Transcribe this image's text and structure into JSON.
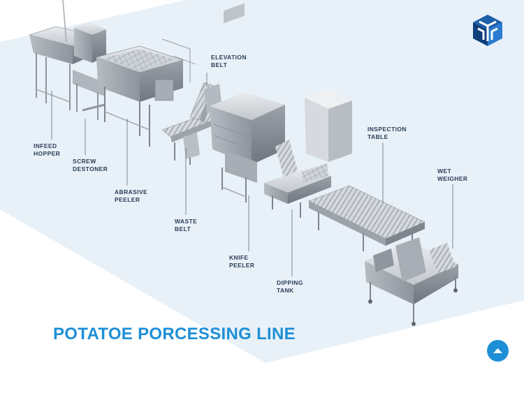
{
  "title": "POTATOE PORCESSING LINE",
  "labels": {
    "infeed_hopper": [
      "INFEED",
      "HOPPER"
    ],
    "screw_destoner": [
      "SCREW",
      "DESTONER"
    ],
    "abrasive_peeler": [
      "ABRASIVE",
      "PEELER"
    ],
    "waste_belt": [
      "WASTE",
      "BELT"
    ],
    "elevation_belt": [
      "ELEVATION",
      "BELT"
    ],
    "knife_peeler": [
      "KNIFE",
      "PEELER"
    ],
    "dipping_tank": [
      "DIPPING",
      "TANK"
    ],
    "inspection_table": [
      "INSPECTION",
      "TABLE"
    ],
    "wet_weigher": [
      "WET",
      "WEIGHER"
    ]
  },
  "icons": {
    "logo": "cube-logo-icon",
    "scroll_top": "chevron-up-icon"
  },
  "colors": {
    "accent": "#1d8fd6",
    "label_text": "#2a3d55",
    "background_band": "#e8f1f8",
    "leader_line": "#5a6b7d",
    "machine_steel": "#c9cdd2"
  }
}
